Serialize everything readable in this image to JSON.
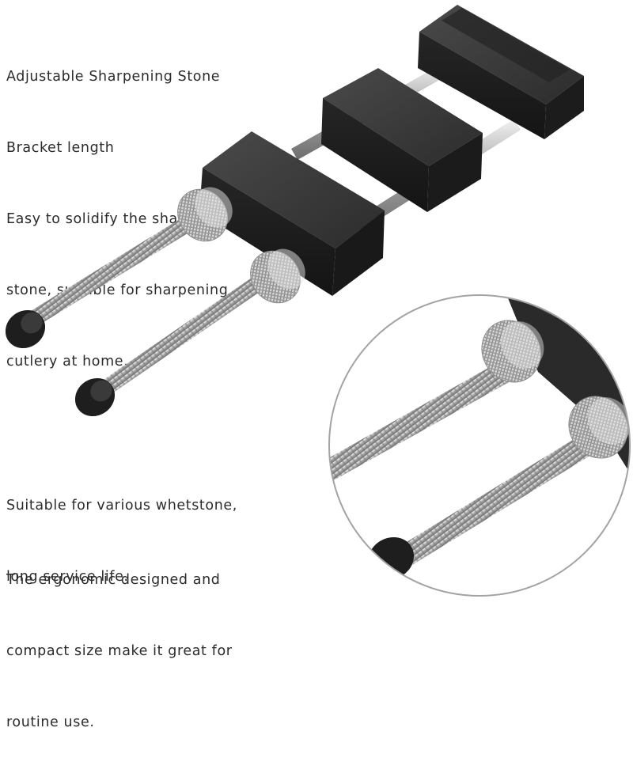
{
  "captions": {
    "top": [
      "Adjustable Sharpening Stone",
      "Bracket length",
      "Easy to solidify the sharpening",
      "stone, suitable for sharpening",
      "cutlery at home."
    ],
    "middle": [
      "Suitable for various whetstone,",
      "long service life."
    ],
    "bottom": [
      "The ergonomic designed and",
      "compact size make it great for",
      "routine use."
    ]
  },
  "colors": {
    "block": "#2e2e2e",
    "steel": "#c9c9c9",
    "cap": "#1f1f1f",
    "circle_border": "#9a9a9a"
  }
}
